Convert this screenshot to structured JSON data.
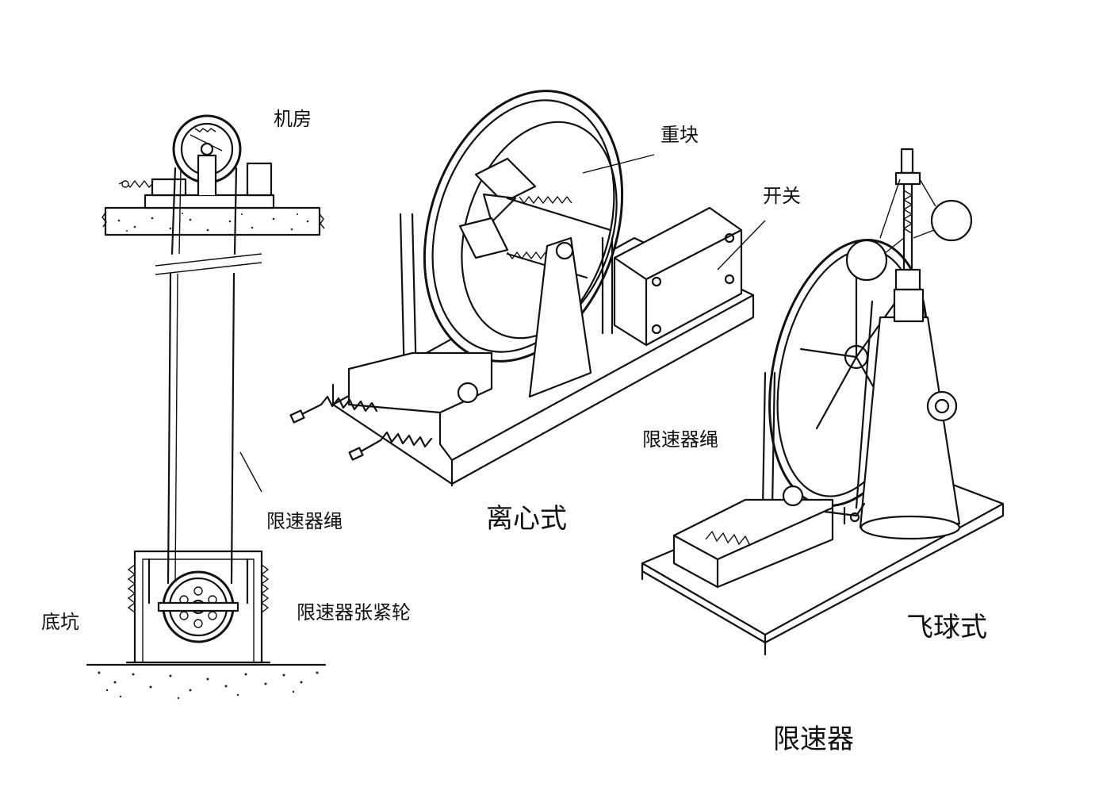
{
  "labels": {
    "machine_room": "机房",
    "rope_left": "限速器绳",
    "tension_wheel": "限速器张紧轮",
    "pit": "底坑",
    "weight_block": "重块",
    "switch": "开关",
    "centrifugal": "离心式",
    "rope_right": "限速器绳",
    "flyball": "飞球式",
    "title": "限速器"
  },
  "colors": {
    "ink": "#111111",
    "paper": "#ffffff"
  }
}
